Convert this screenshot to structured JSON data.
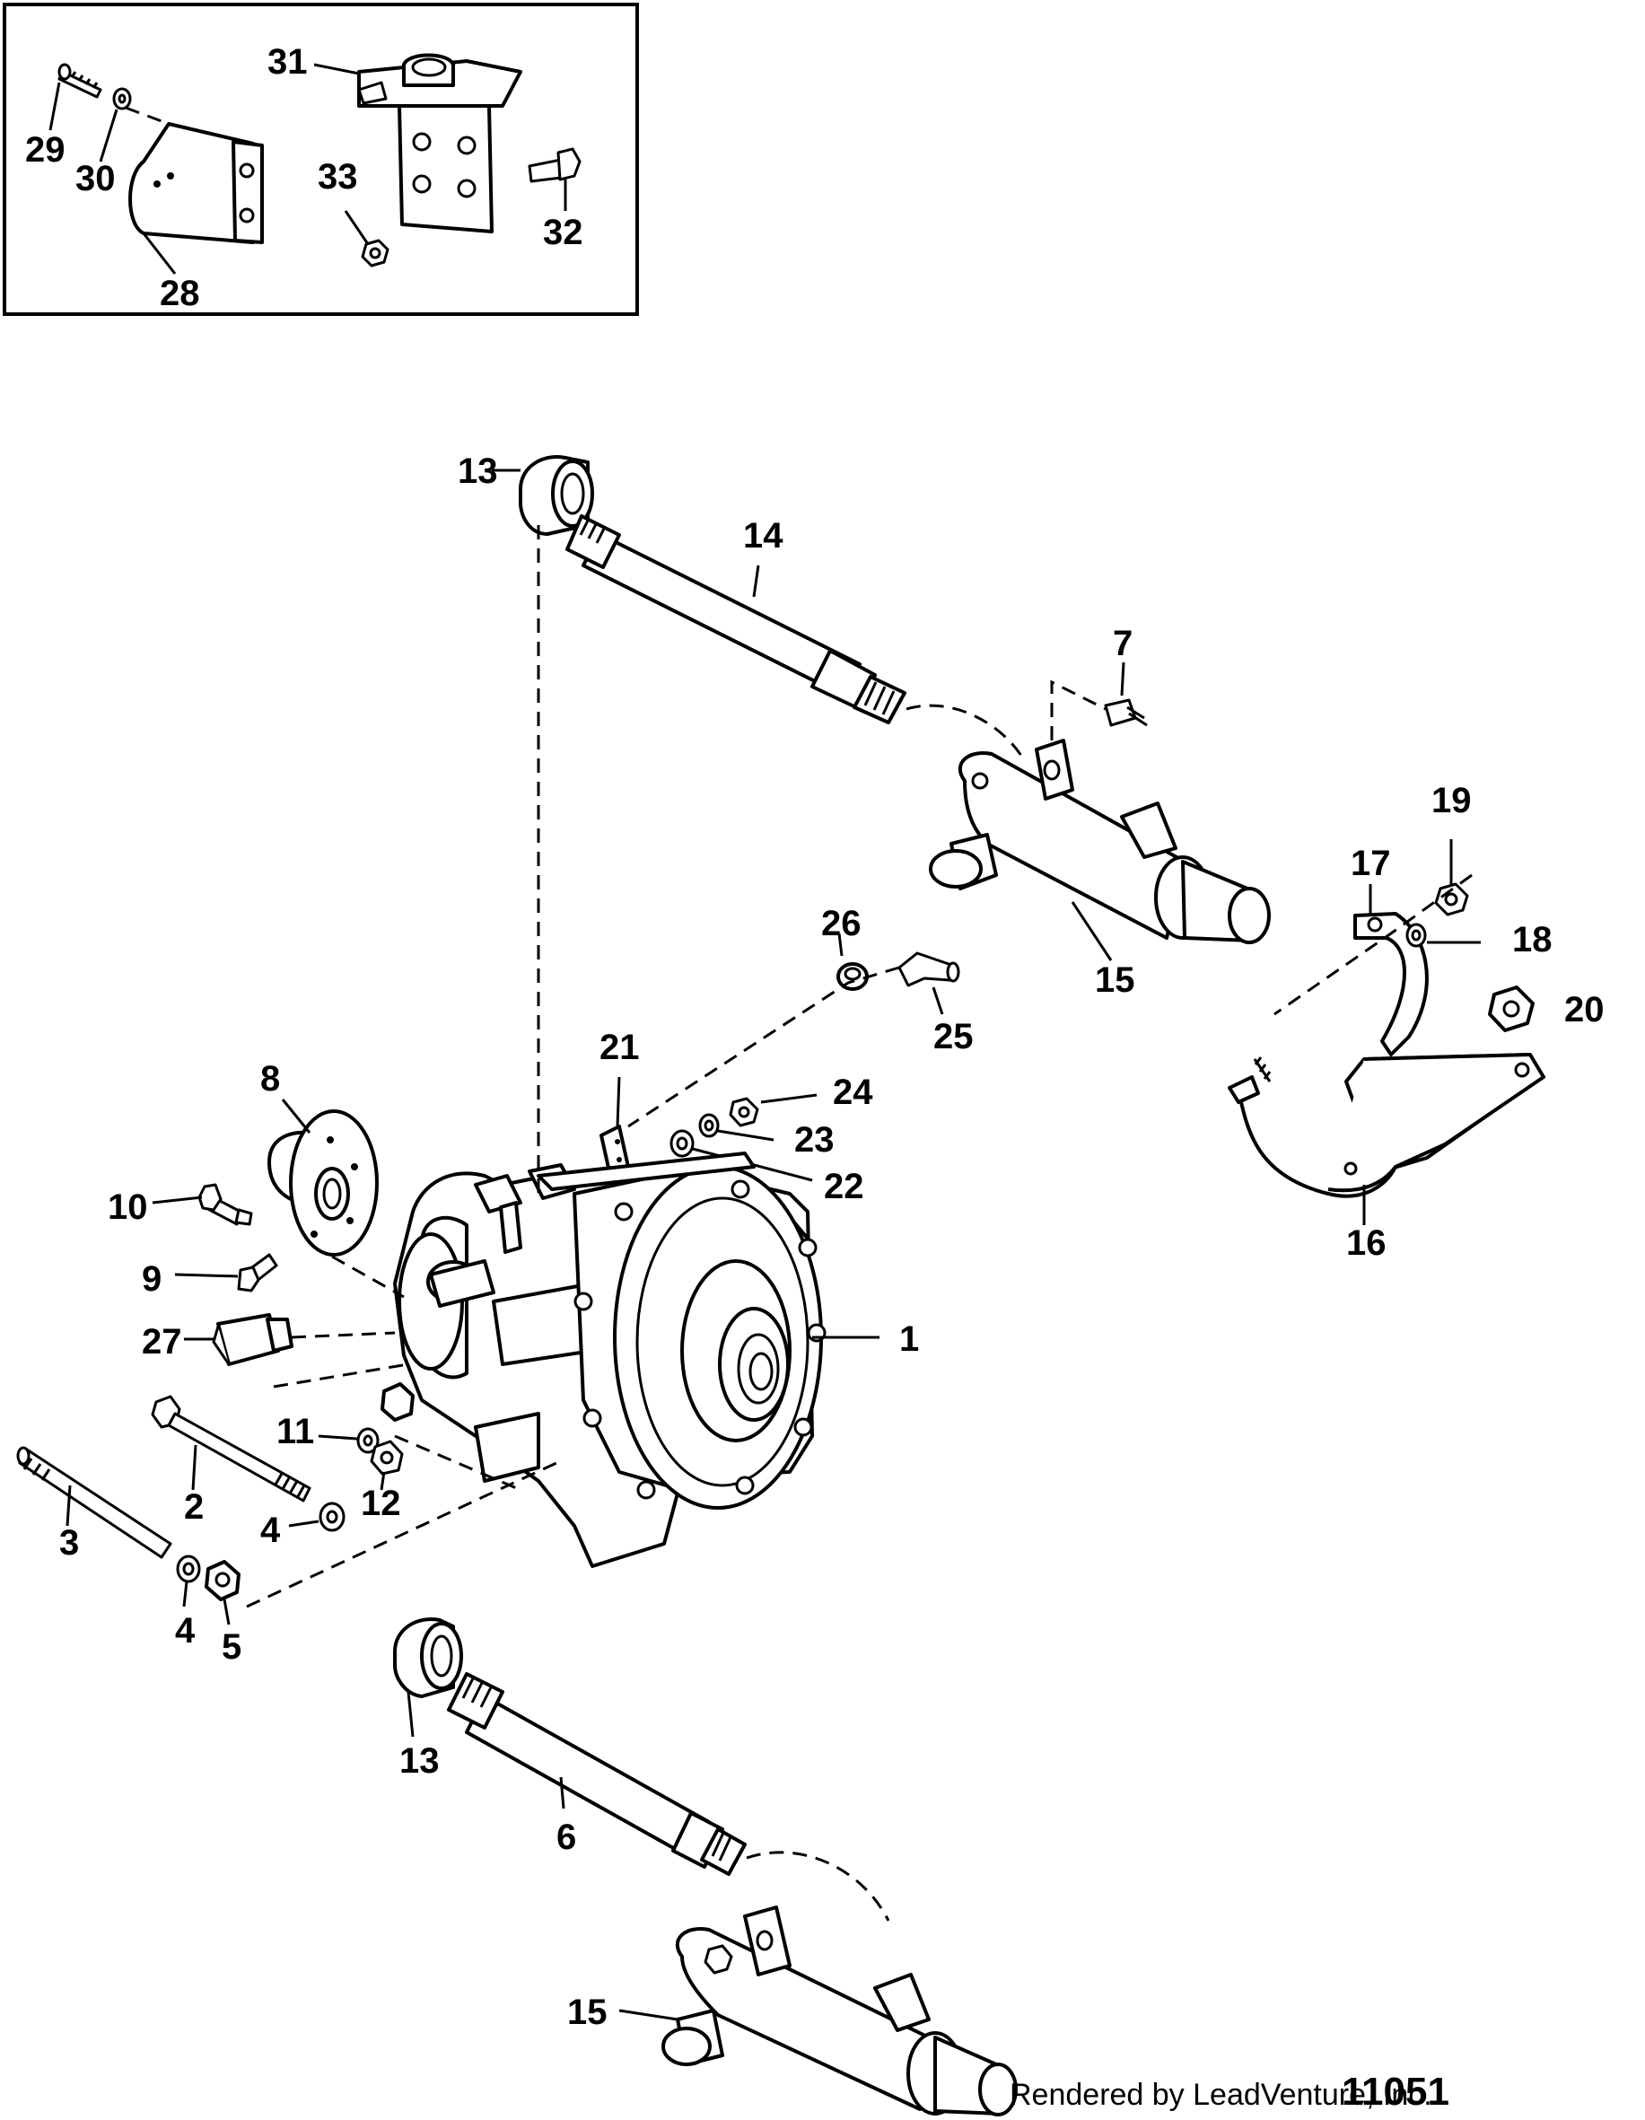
{
  "inset": {
    "labels": [
      "29",
      "30",
      "28",
      "31",
      "33",
      "32"
    ]
  },
  "callouts": {
    "c13a": "13",
    "c14": "14",
    "c7": "7",
    "c15a": "15",
    "c17": "17",
    "c19": "19",
    "c18": "18",
    "c20": "20",
    "c16": "16",
    "c26": "26",
    "c25": "25",
    "c21": "21",
    "c24": "24",
    "c23": "23",
    "c22": "22",
    "c8": "8",
    "c10": "10",
    "c9": "9",
    "c27": "27",
    "c1": "1",
    "c11": "11",
    "c12": "12",
    "c2": "2",
    "c3": "3",
    "c4a": "4",
    "c4b": "4",
    "c5": "5",
    "c13b": "13",
    "c6": "6",
    "c15b": "15"
  },
  "footer": {
    "credit": "Rendered by LeadVenture, Inc.",
    "code": "11051"
  }
}
